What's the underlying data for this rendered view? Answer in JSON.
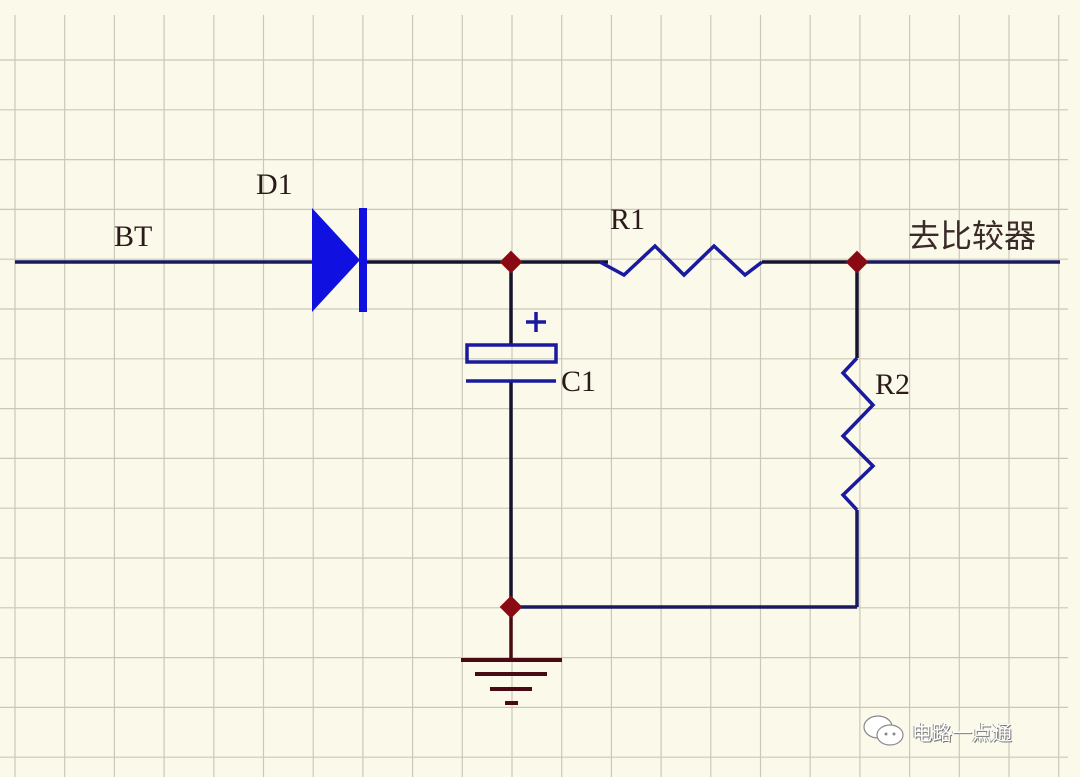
{
  "labels": {
    "input": "BT",
    "diode": "D1",
    "resistor1": "R1",
    "resistor2": "R2",
    "capacitor": "C1",
    "capacitor_polarity": "+",
    "output": "去比较器"
  },
  "watermark": {
    "text": "电路一点通",
    "icon": "wechat-icon"
  },
  "colors": {
    "background": "#fbf9ea",
    "grid": "#cbc8b8",
    "wire": "#141430",
    "component": "#1a1aa0",
    "diode": "#1010e0",
    "junction": "#8a0a14",
    "ground": "#4a0a14"
  }
}
